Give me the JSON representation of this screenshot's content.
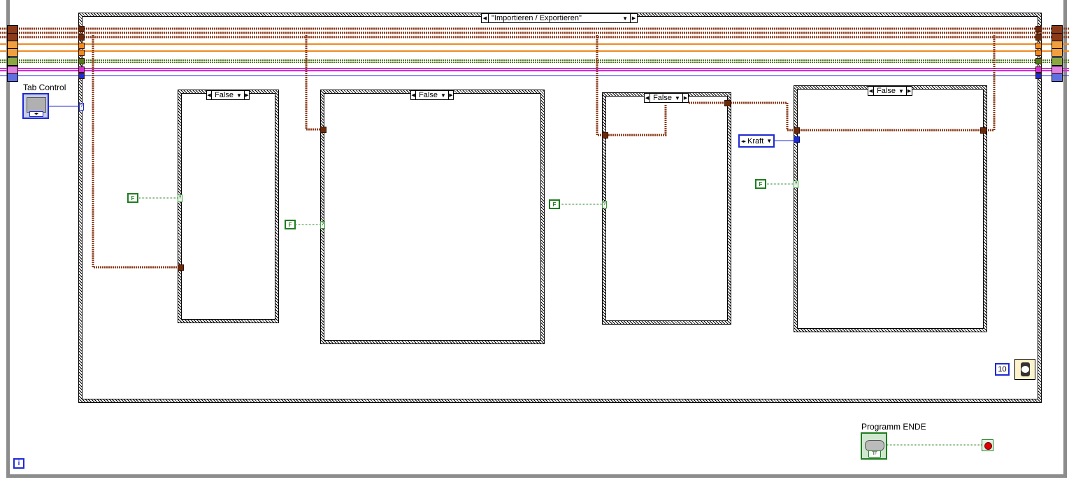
{
  "case_structure_main": {
    "selector_value": "\"Importieren / Exportieren\""
  },
  "case_structures": [
    {
      "selector_value": "False"
    },
    {
      "selector_value": "False"
    },
    {
      "selector_value": "False"
    },
    {
      "selector_value": "False"
    }
  ],
  "tab_control": {
    "label": "Tab Control"
  },
  "kraft_enum": {
    "value": "Kraft"
  },
  "boolean_constants": [
    "F",
    "F",
    "F",
    "F"
  ],
  "wait_timer": {
    "value": "10"
  },
  "stop_button": {
    "label": "Programm ENDE",
    "tf_text": "TF"
  },
  "info_terminal": {
    "text": "i"
  },
  "colors": {
    "cluster_wire": "#8b3a1a",
    "orange_wire": "#f08a1e",
    "green_wire": "#4f7a1e",
    "pink_wire": "#d22fd2",
    "blue_wire": "#1e2ad2",
    "bool_green": "#1e7d1e"
  }
}
